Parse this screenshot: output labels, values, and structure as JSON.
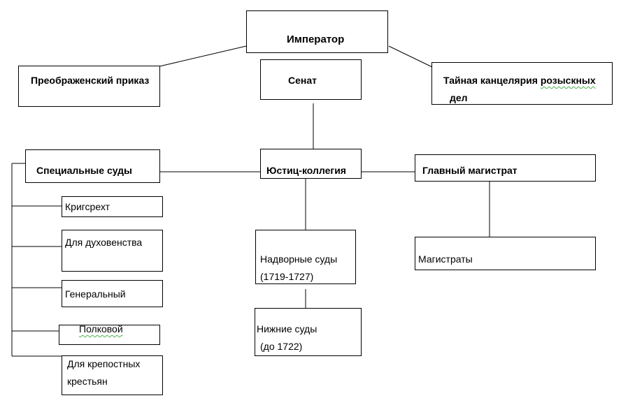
{
  "nodes": {
    "emperor": "Император",
    "preobrazhensky": "Преображенский приказ",
    "senate": "Сенат",
    "secret_chancellery": {
      "line1_a": "Тайная канцелярия ",
      "line1_b": "розыскных",
      "line2": "дел"
    },
    "special_courts": "Специальные суды",
    "justice_college": "Юстиц-коллегия",
    "chief_magistrate": "Главный магистрат",
    "kriegsrecht": "Кригсрехт",
    "clergy": "Для духовенства",
    "general": "Генеральный",
    "regimental": "Полковой",
    "serfs": {
      "line1": "Для крепостных",
      "line2": "крестьян"
    },
    "court_courts": {
      "line1": "Надворные суды",
      "line2": "(1719-1727)"
    },
    "lower_courts": {
      "line1": "Нижние суды",
      "line2": "(до 1722)"
    },
    "magistrates": "Магистраты"
  }
}
